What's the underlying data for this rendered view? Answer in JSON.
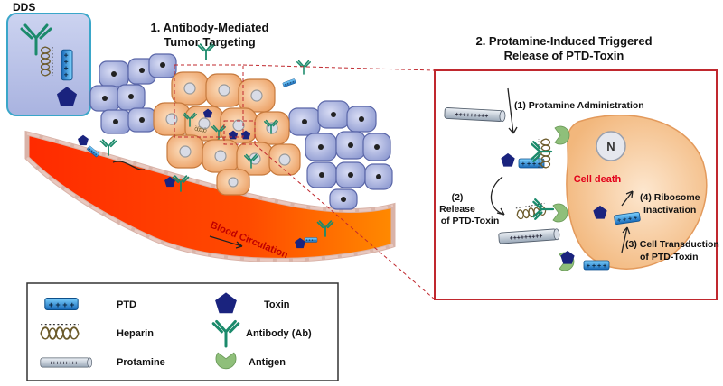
{
  "dds_label": "DDS",
  "section1": {
    "title_line1": "1. Antibody-Mediated",
    "title_line2": "Tumor Targeting"
  },
  "section2": {
    "title_line1": "2. Protamine-Induced Triggered",
    "title_line2": "Release of PTD-Toxin"
  },
  "blood_label": "Blood Circulation",
  "steps": {
    "step1": "(1) Protamine Administration",
    "step2_line1": "(2)",
    "step2_line2": "Release",
    "step2_line3": "of PTD-Toxin",
    "step3_line1": "(3) Cell Transduction",
    "step3_line2": "of PTD-Toxin",
    "step4_line1": "(4) Ribosome",
    "step4_line2": "Inactivation"
  },
  "nucleus_label": "N",
  "cell_death_label": "Cell death",
  "ptd_signs": "+ + + +",
  "legend": {
    "ptd": "PTD",
    "heparin": "Heparin",
    "protamine": "Protamine",
    "toxin": "Toxin",
    "antibody": "Antibody (Ab)",
    "antigen": "Antigen"
  },
  "colors": {
    "ptd_blue": "#1f8fd6",
    "toxin_navy": "#1a237e",
    "antibody_green": "#1b8a6b",
    "antigen_green": "#8fbf7a",
    "blood_red": "#ff3b00",
    "tumor_orange": "#f5c08a",
    "normal_cell_blue": "#a9b3e0",
    "cell_death_red": "#e2001a",
    "frame_red": "#c0282e"
  }
}
